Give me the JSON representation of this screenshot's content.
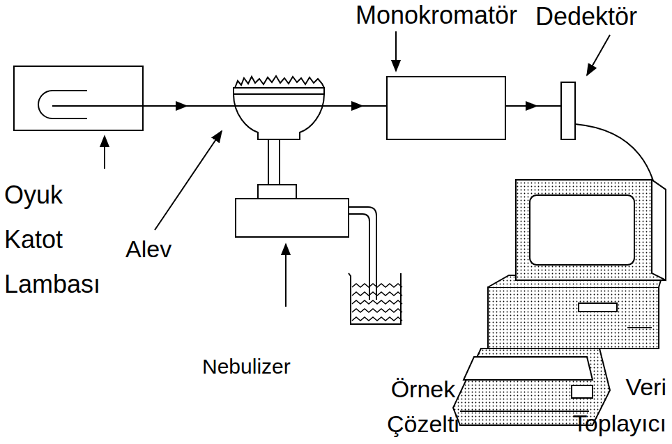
{
  "diagram": {
    "labels": [
      "Monokromatör",
      "Dedektör",
      "Oyuk Katot Lambası",
      "Alev",
      "Nebulizer",
      "Örnek Çözelti",
      "Veri Toplayıcı"
    ]
  }
}
